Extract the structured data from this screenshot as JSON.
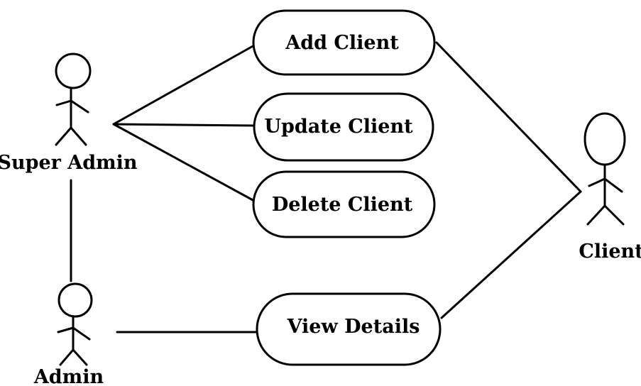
{
  "actors": {
    "super_admin": {
      "label": "Super Admin"
    },
    "admin": {
      "label": "Admin"
    },
    "client": {
      "label": "Client"
    }
  },
  "use_cases": {
    "add_client": {
      "label": "Add Client"
    },
    "update_client": {
      "label": "Update Client"
    },
    "delete_client": {
      "label": "Delete Client"
    },
    "view_details": {
      "label": "View Details"
    }
  },
  "colors": {
    "line": "#000000",
    "background": "#ffffff"
  }
}
